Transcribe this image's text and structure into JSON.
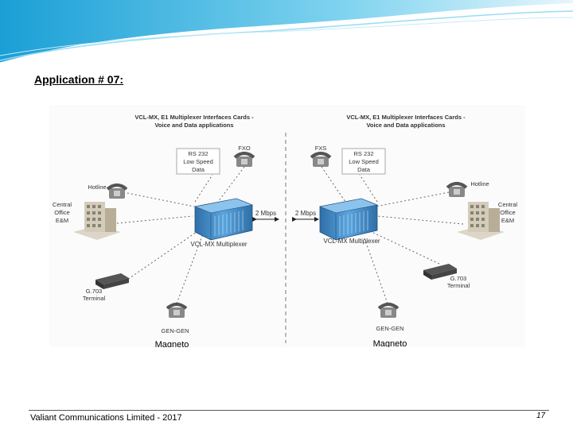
{
  "heading": "Application # 07:",
  "footer": {
    "company": "Valiant Communications Limited - 2017",
    "page_number": "17"
  },
  "colors": {
    "accent_wave": "#2bb3e3",
    "device_blue": "#3a86c4",
    "link_line": "#666666",
    "footer_line": "#5a5a5a"
  },
  "diagram": {
    "left": {
      "title_line1": "VCL-MX, E1 Multiplexer Interfaces Cards -",
      "title_line2": "Voice and Data applications",
      "rs232": [
        "RS 232",
        "Low Speed",
        "Data"
      ],
      "phone_top_label": "FXO",
      "hotline": "Hotline",
      "central_office": [
        "Central",
        "Office",
        "E&M"
      ],
      "link": "2 Mbps",
      "mux_label": "VCL-MX Multiplexer",
      "g703": [
        "G.703",
        "Terminal"
      ],
      "gen": "GEN-GEN",
      "magneto": "Magneto"
    },
    "right": {
      "title_line1": "VCL-MX, E1 Multiplexer Interfaces Cards -",
      "title_line2": "Voice and Data applications",
      "rs232": [
        "RS 232",
        "Low Speed",
        "Data"
      ],
      "phone_top_label": "FXS",
      "hotline": "Hotline",
      "central_office": [
        "Central",
        "Office",
        "E&M"
      ],
      "link": "2 Mbps",
      "mux_label": "VCL-MX Multiplexer",
      "g703": [
        "G.703",
        "Terminal"
      ],
      "gen": "GEN-GEN",
      "magneto": "Magneto"
    }
  }
}
